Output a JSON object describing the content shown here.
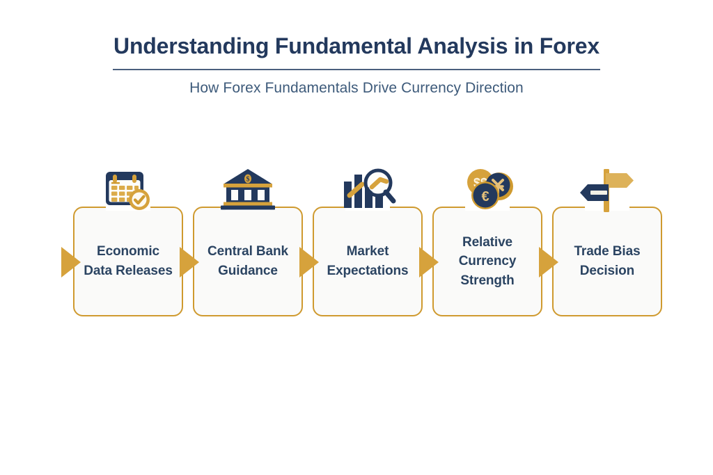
{
  "header": {
    "title": "Understanding Fundamental Analysis in Forex",
    "subtitle": "How Forex Fundamentals Drive Currency Direction"
  },
  "theme": {
    "gold": "#cf9a2f",
    "gold_light": "#d6a23c",
    "navy": "#23395d",
    "navy_text": "#2b4462",
    "subtitle_color": "#3d5a7a",
    "card_fill": "#fafaf9",
    "background": "#ffffff"
  },
  "flow": {
    "steps": [
      {
        "id": "economic-data-releases",
        "line1": "Economic",
        "line2": "Data Releases",
        "line3": "",
        "icon": "calendar-check-icon",
        "has_inbound_arrow": true
      },
      {
        "id": "central-bank-guidance",
        "line1": "Central Bank",
        "line2": "Guidance",
        "line3": "",
        "icon": "bank-building-icon",
        "has_inbound_arrow": true
      },
      {
        "id": "market-expectations",
        "line1": "Market",
        "line2": "Expectations",
        "line3": "",
        "icon": "bar-chart-magnifier-icon",
        "has_inbound_arrow": true
      },
      {
        "id": "relative-currency-strength",
        "line1": "Relative",
        "line2": "Currency",
        "line3": "Strength",
        "icon": "currency-coins-icon",
        "has_inbound_arrow": true
      },
      {
        "id": "trade-bias-decision",
        "line1": "Trade Bias",
        "line2": "Decision",
        "line3": "",
        "icon": "signpost-direction-icon",
        "has_inbound_arrow": true
      }
    ]
  }
}
